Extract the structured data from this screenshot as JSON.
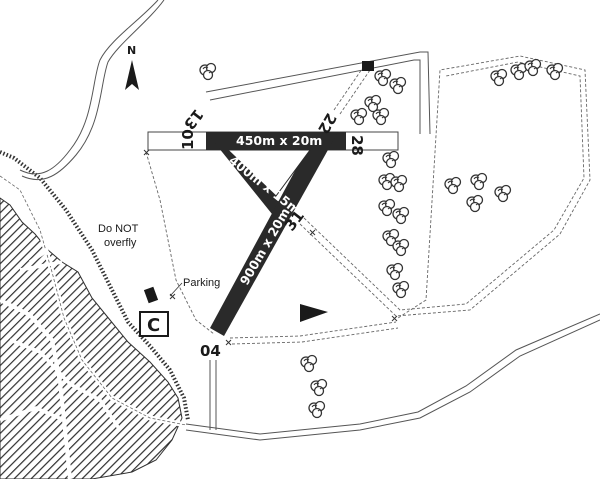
{
  "map": {
    "north_label": "N",
    "note_do_not_overfly": [
      "Do NOT",
      "overfly"
    ],
    "parking_label": "Parking",
    "circuit_marker_label": "C",
    "runways": {
      "rwy_10_28": {
        "dimensions": "450m x 20m",
        "end_west": "10",
        "end_east": "28"
      },
      "rwy_13_31": {
        "dimensions": "400m x 15m",
        "end_northwest": "13",
        "end_southeast": "31"
      },
      "rwy_04_22": {
        "dimensions": "900m x 20m",
        "end_southwest": "04",
        "end_northeast": "22"
      }
    },
    "colors": {
      "runway": "#2a2a2a",
      "hatch": "#3a3a3a",
      "line": "#555555",
      "tree": "#444444"
    }
  }
}
